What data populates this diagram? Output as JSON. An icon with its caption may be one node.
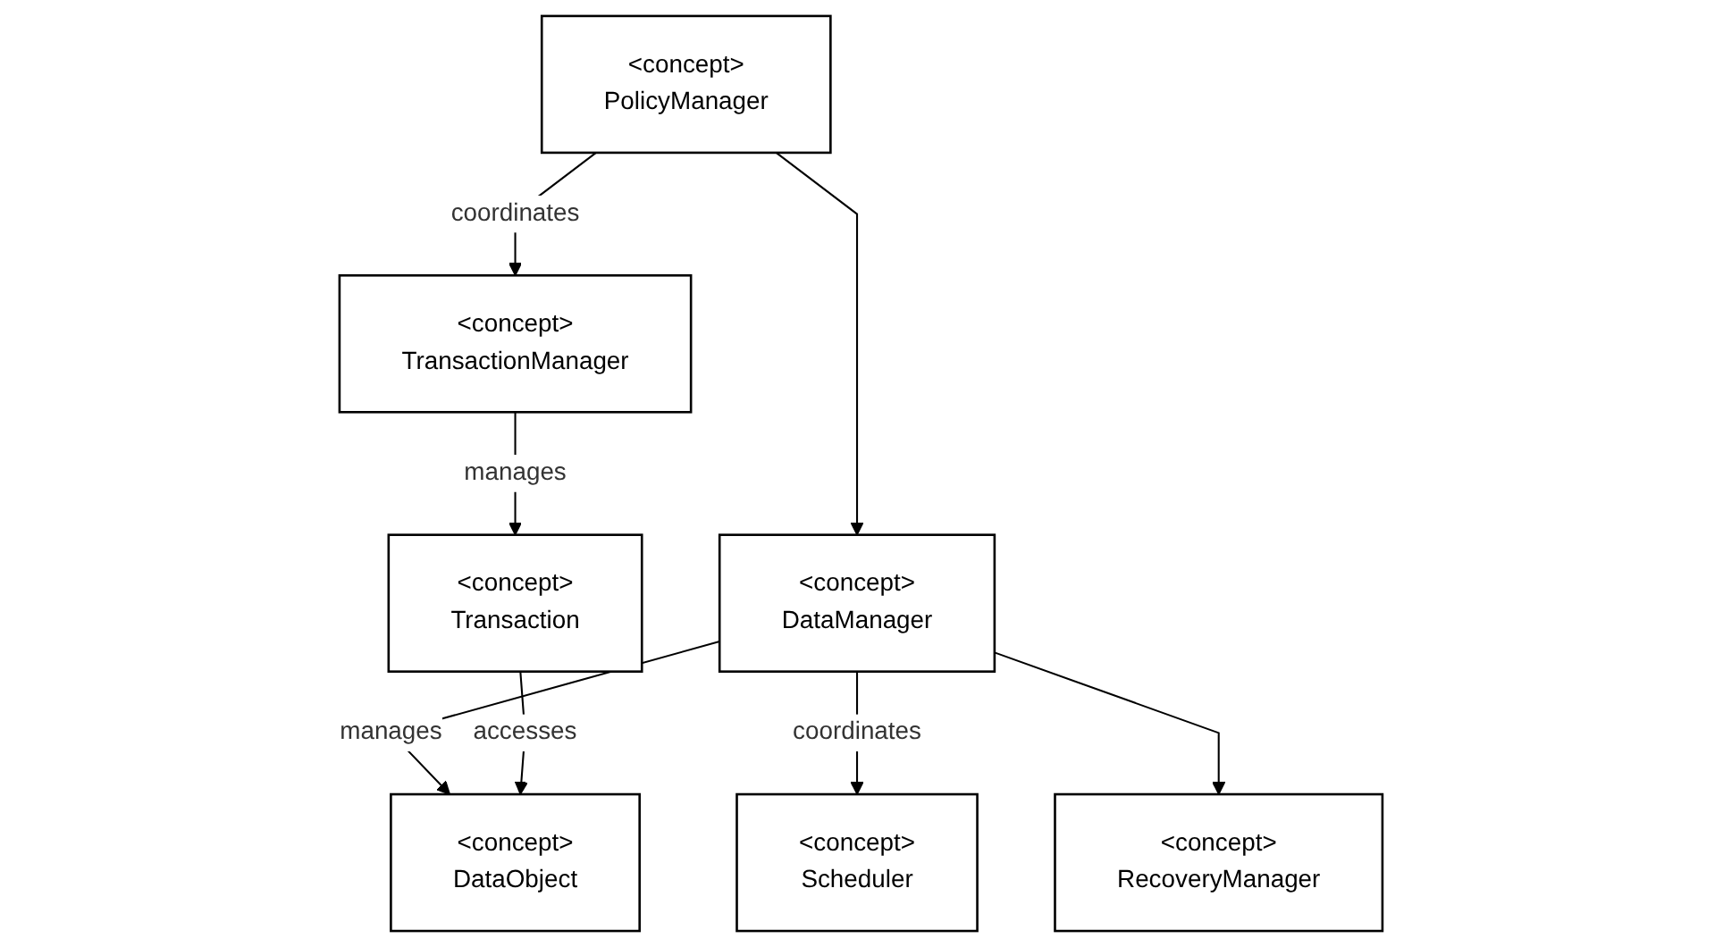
{
  "diagram": {
    "nodes": [
      {
        "text": [
          "<concept>",
          "PolicyManager"
        ]
      },
      {
        "text": [
          "<concept>",
          "Scheduler"
        ]
      },
      {
        "text": [
          "<concept>",
          "TransactionManager"
        ]
      },
      {
        "text": [
          "<concept>",
          "DataManager"
        ]
      },
      {
        "text": [
          "<concept>",
          "RecoveryManager"
        ]
      },
      {
        "text": [
          "<concept>",
          "Transaction"
        ]
      },
      {
        "text": [
          "<concept>",
          "DataObject"
        ]
      }
    ],
    "edges": [
      {
        "from": 0,
        "to": 2,
        "arrow": "to",
        "label": "coordinates"
      },
      {
        "from": 0,
        "to": 3,
        "arrow": "to"
      },
      {
        "from": 3,
        "to": 1,
        "arrow": "to",
        "label": "coordinates"
      },
      {
        "from": 3,
        "to": 4,
        "arrow": "to"
      },
      {
        "from": 2,
        "to": 5,
        "arrow": "to",
        "label": "manages"
      },
      {
        "from": 3,
        "to": 6,
        "arrow": "to",
        "label": "manages"
      },
      {
        "from": 5,
        "to": 6,
        "arrow": "to",
        "label": "accesses"
      }
    ]
  }
}
